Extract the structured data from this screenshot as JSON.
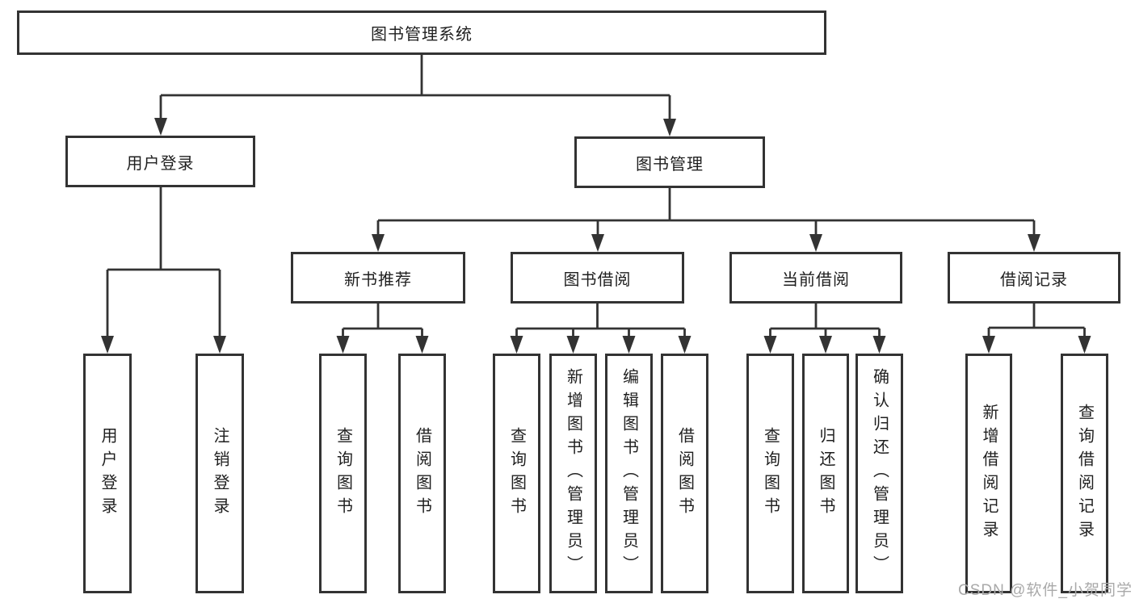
{
  "diagram": {
    "tree": {
      "label": "图书管理系统",
      "children": [
        {
          "label": "用户登录",
          "children": [
            {
              "label": "用户登录"
            },
            {
              "label": "注销登录"
            }
          ]
        },
        {
          "label": "图书管理",
          "children": [
            {
              "label": "新书推荐",
              "children": [
                {
                  "label": "查询图书"
                },
                {
                  "label": "借阅图书"
                }
              ]
            },
            {
              "label": "图书借阅",
              "children": [
                {
                  "label": "查询图书"
                },
                {
                  "label": "新增图书（管理员）"
                },
                {
                  "label": "编辑图书（管理员）"
                },
                {
                  "label": "借阅图书"
                }
              ]
            },
            {
              "label": "当前借阅",
              "children": [
                {
                  "label": "查询图书"
                },
                {
                  "label": "归还图书"
                },
                {
                  "label": "确认归还（管理员）"
                }
              ]
            },
            {
              "label": "借阅记录",
              "children": [
                {
                  "label": "新增借阅记录"
                },
                {
                  "label": "查询借阅记录"
                }
              ]
            }
          ]
        }
      ]
    },
    "colors": {
      "line": "#333333",
      "box_border": "#333333",
      "text": "#1f1f1f",
      "background": "#ffffff",
      "watermark": "#a9a9a9"
    }
  },
  "watermark": "CSDN @软件_小贺同学"
}
